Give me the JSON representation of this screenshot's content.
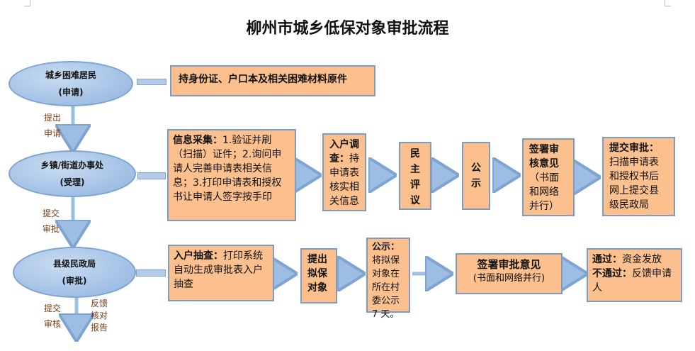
{
  "title": "柳州市城乡低保对象审批流程",
  "rows": [
    {
      "ellipse": {
        "name": "城乡困难居民",
        "role": "(申请)"
      },
      "boxes": [
        {
          "bold": "持身份证、户口本及相关困难材料原件",
          "text": ""
        }
      ]
    },
    {
      "ellipse": {
        "name": "乡镇/街道办事处",
        "role": "(受理)"
      },
      "boxes": [
        {
          "bold": "信息采集：",
          "text": "1.验证并刷（扫描）证件；2.询问申请人完善申请表相关信息；3.打印申请表和授权书让申请人签字按手印"
        },
        {
          "bold": "入户调查：",
          "text": "持申请表核实相关信息"
        },
        {
          "bold": "民主评议",
          "text": ""
        },
        {
          "bold": "公示",
          "text": ""
        },
        {
          "bold": "签署审核意见",
          "text": "（书面和网络并行）"
        },
        {
          "bold": "提交审批：",
          "text": "扫描申请表和授权书后网上提交县级民政局"
        }
      ]
    },
    {
      "ellipse": {
        "name": "县级民政局",
        "role": "(审批)"
      },
      "boxes": [
        {
          "bold": "入户抽查：",
          "text": "打印系统自动生成审批表入户抽查"
        },
        {
          "bold": "提出拟保对象",
          "text": ""
        },
        {
          "bold": "公示：",
          "text": "将拟保对象在所在村委公示 7 天。"
        },
        {
          "bold": "签署审批意见",
          "text": "(书面和网络并行)"
        },
        {
          "bold": "通过：",
          "text": "资金发放",
          "bold2": "不通过：",
          "text2": "反馈申请人"
        }
      ]
    }
  ],
  "flow_labels": {
    "l1a": "提出",
    "l1b": "申请",
    "l2a": "提交",
    "l2b": "审批",
    "l3a": "提交",
    "l3b": "审核",
    "l4a": "反馈",
    "l4b": "核对",
    "l4c": "报告"
  }
}
